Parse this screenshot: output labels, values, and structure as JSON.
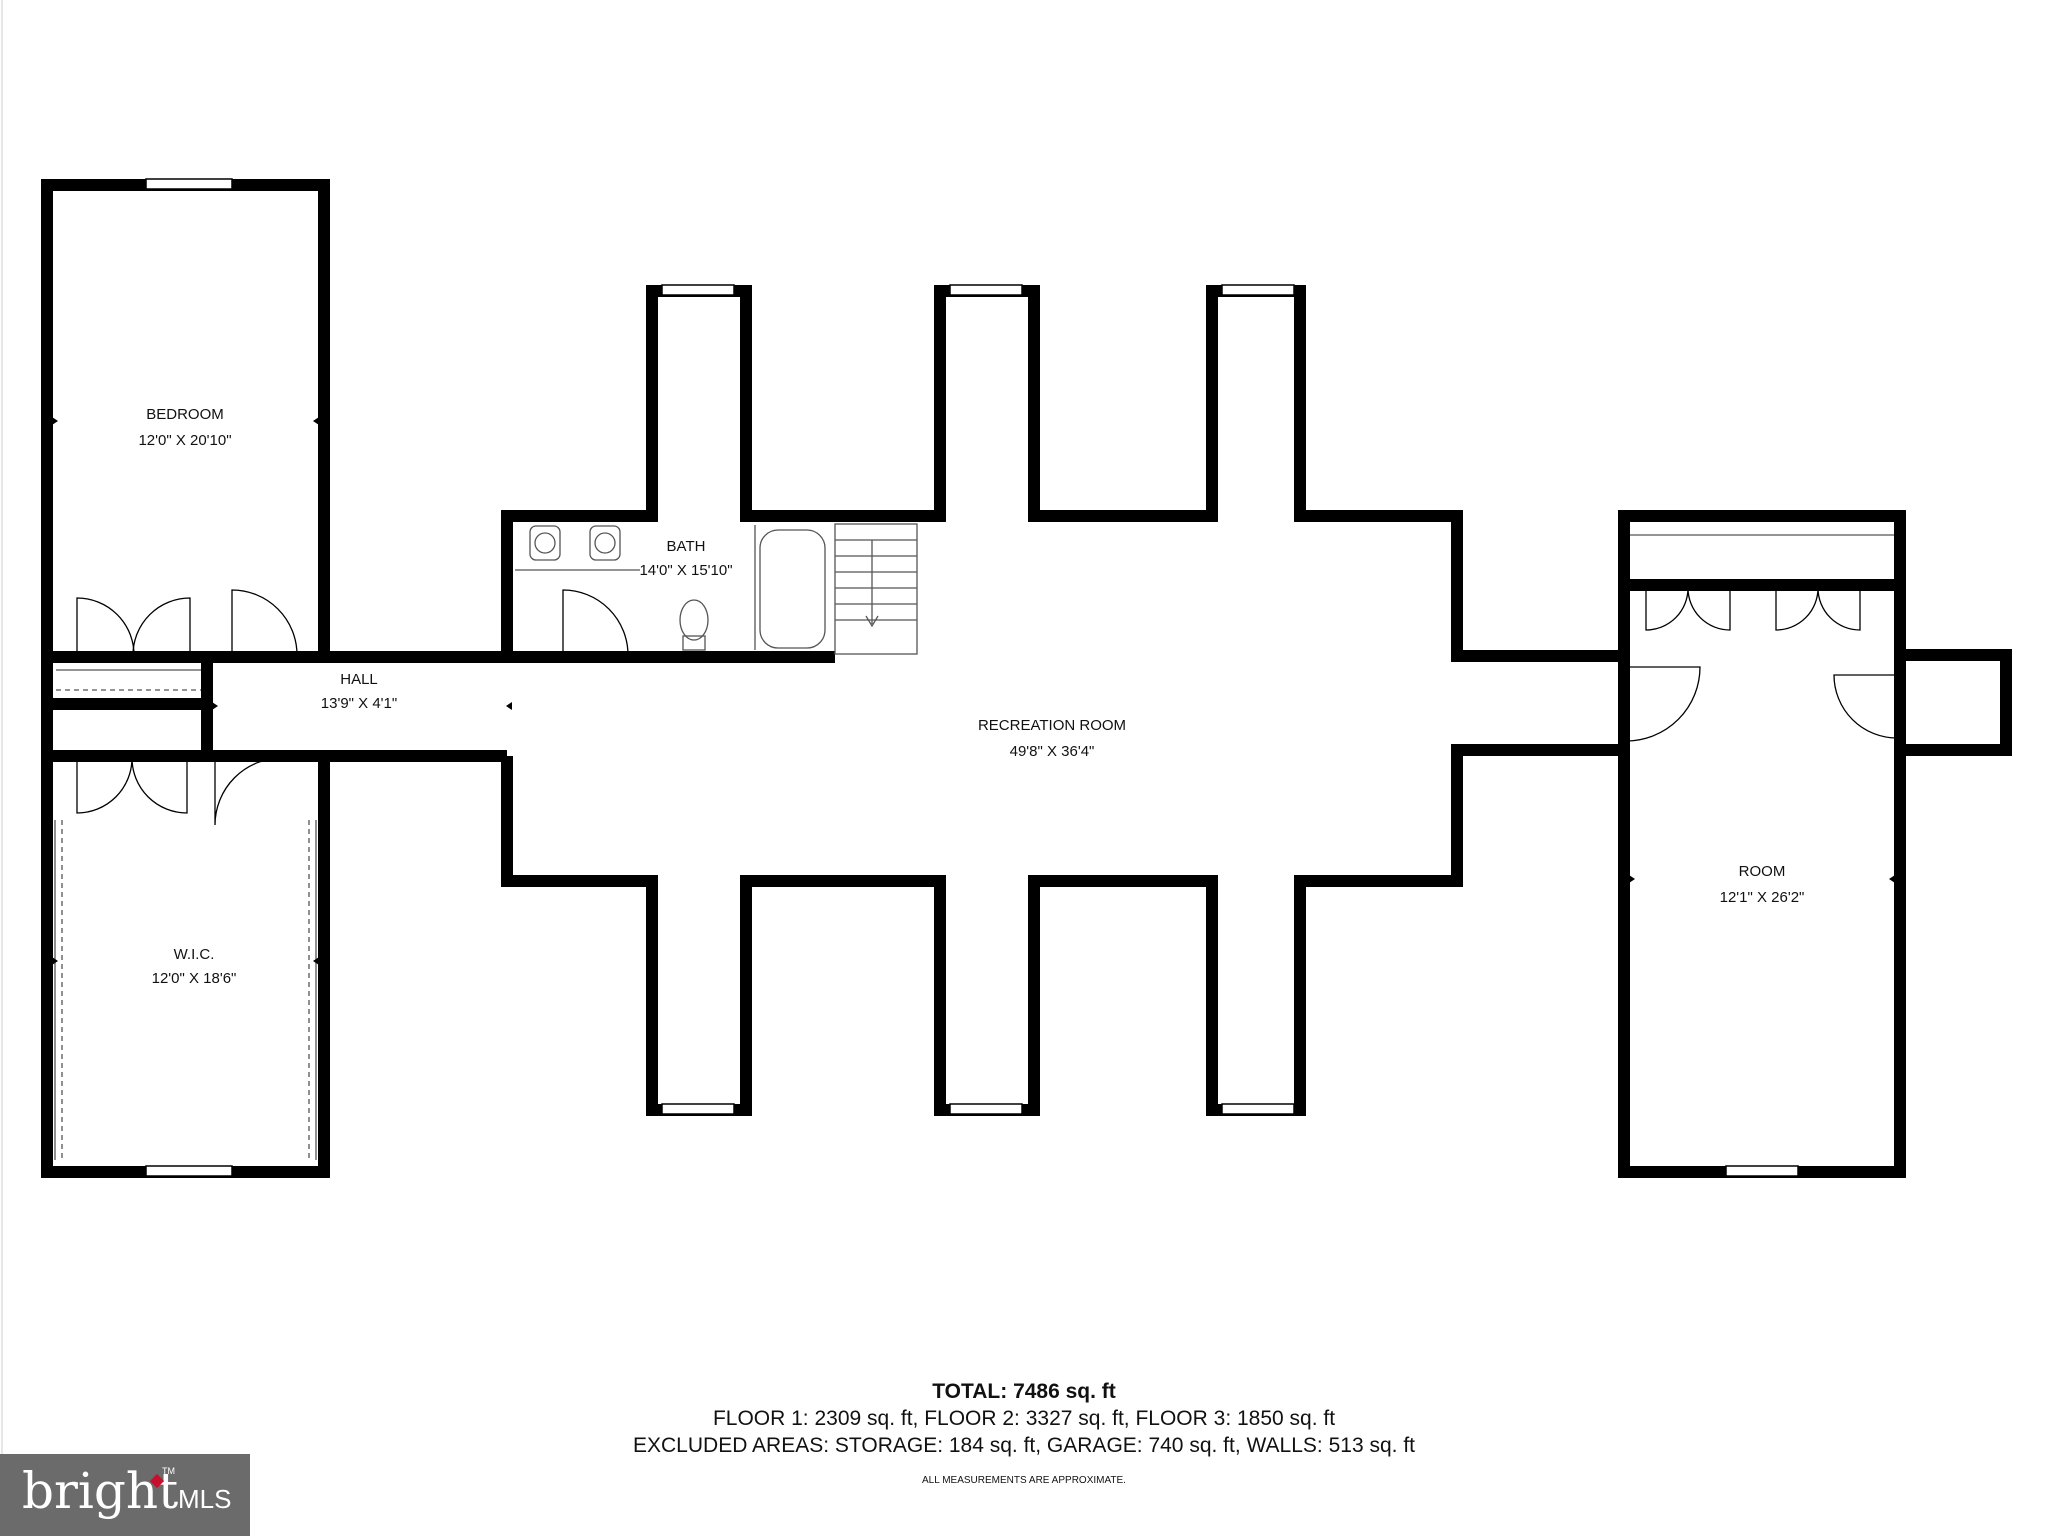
{
  "rooms": {
    "bedroom": {
      "name": "BEDROOM",
      "dims": "12'0\" X 20'10\""
    },
    "bath": {
      "name": "BATH",
      "dims": "14'0\" X 15'10\""
    },
    "hall": {
      "name": "HALL",
      "dims": "13'9\" X 4'1\""
    },
    "recreation": {
      "name": "RECREATION ROOM",
      "dims": "49'8\" X 36'4\""
    },
    "wic": {
      "name": "W.I.C.",
      "dims": "12'0\" X 18'6\""
    },
    "room": {
      "name": "ROOM",
      "dims": "12'1\" X 26'2\""
    }
  },
  "summary": {
    "total": "TOTAL: 7486 sq. ft",
    "floors": "FLOOR 1: 2309 sq. ft, FLOOR 2: 3327 sq. ft, FLOOR 3: 1850 sq. ft",
    "excluded": "EXCLUDED AREAS: STORAGE: 184 sq. ft, GARAGE: 740 sq. ft, WALLS: 513 sq. ft",
    "note": "ALL MEASUREMENTS ARE APPROXIMATE."
  },
  "brand": {
    "logo": "bright MLS",
    "word": "bright",
    "suffix": "MLS",
    "trademark": "TM",
    "box_color": "#6b6b6b",
    "accent_color": "#c8102e"
  },
  "colors": {
    "wall": "#000000",
    "background": "#ffffff"
  }
}
